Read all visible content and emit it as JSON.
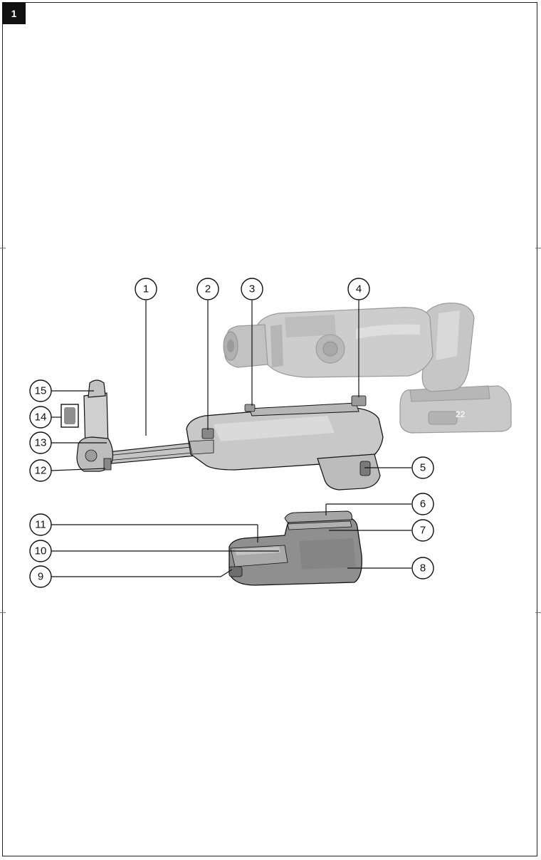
{
  "figure": {
    "number": "1"
  },
  "battery_marking": "22",
  "callouts": [
    {
      "n": "1"
    },
    {
      "n": "2"
    },
    {
      "n": "3"
    },
    {
      "n": "4"
    },
    {
      "n": "5"
    },
    {
      "n": "6"
    },
    {
      "n": "7"
    },
    {
      "n": "8"
    },
    {
      "n": "9"
    },
    {
      "n": "10"
    },
    {
      "n": "11"
    },
    {
      "n": "12"
    },
    {
      "n": "13"
    },
    {
      "n": "14"
    },
    {
      "n": "15"
    }
  ],
  "colors": {
    "tool_body": "#c4c4c4",
    "tool_dark": "#9e9e9e",
    "module_body": "#8f8f8f",
    "module_dark": "#707070",
    "outline": "#111111"
  }
}
